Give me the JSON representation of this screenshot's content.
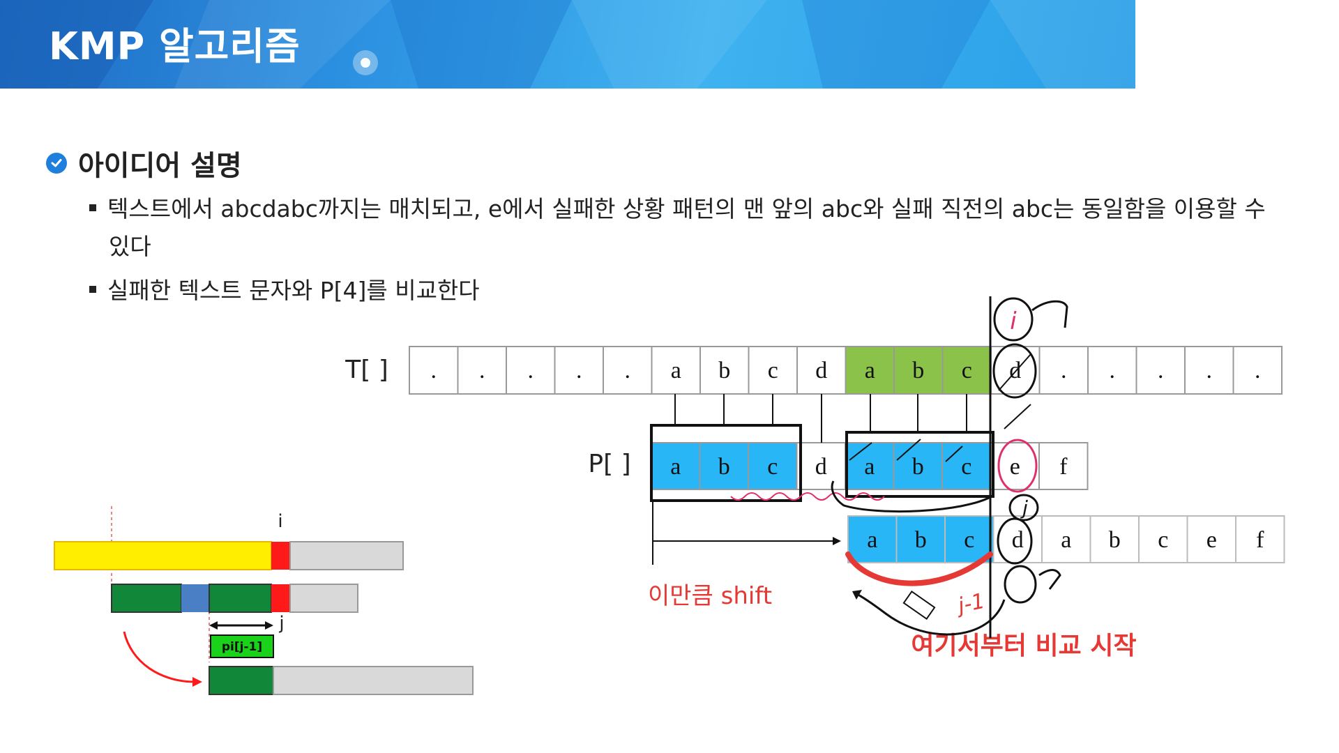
{
  "banner": {
    "title": "KMP 알고리즘"
  },
  "section": {
    "title": "아이디어 설명"
  },
  "bullets": [
    {
      "line1": "텍스트에서 abcdabc까지는 매치되고, e에서 실패한 상황 패턴의 맨 앞의 abc와 실패 직전의 abc는 동일함을 이용할 수",
      "line2": "있다"
    },
    {
      "line1": "실패한 텍스트 문자와 P[4]를 비교한다"
    }
  ],
  "diagram": {
    "text_label": "T[ ]",
    "pattern_label": "P[ ]",
    "text_cells": [
      ".",
      ".",
      ".",
      ".",
      ".",
      "a",
      "b",
      "c",
      "d",
      "a",
      "b",
      "c",
      "d",
      ".",
      ".",
      ".",
      ".",
      "."
    ],
    "pattern_cells": [
      "a",
      "b",
      "c",
      "d",
      "a",
      "b",
      "c",
      "e",
      "f"
    ],
    "shifted_cells": [
      "a",
      "b",
      "c",
      "d",
      "a",
      "b",
      "c",
      "e",
      "f"
    ],
    "shift_label": "이만큼 shift",
    "start_label": "여기서부터 비교 시작",
    "colors": {
      "green": "#8bc34a",
      "blue": "#29b6f6",
      "red": "#e53935",
      "pink": "#e0306a"
    }
  },
  "mini": {
    "i_label": "i",
    "j_label": "j",
    "pi_label": "pi[j-1]",
    "colors": {
      "yellow": "#ffee00",
      "red": "#ff1a1a",
      "gray": "#d9d9d9",
      "darkgreen": "#11873a",
      "bluebox": "#4a7fc6",
      "lightgreen": "#19d219"
    }
  },
  "annotations": {
    "handwritten_i": "i",
    "handwritten_j": "j",
    "handwritten_j1": "j-1"
  }
}
